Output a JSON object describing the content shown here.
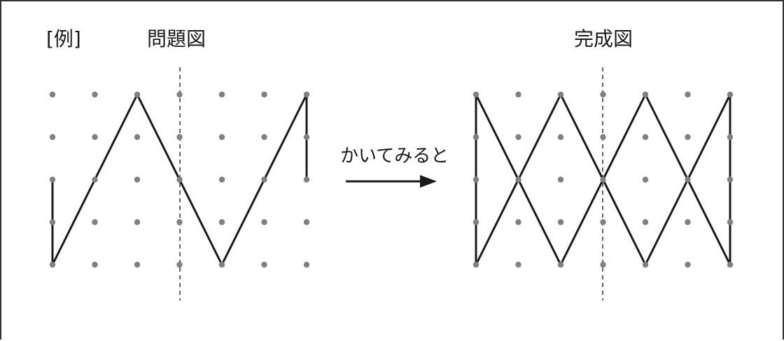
{
  "labels": {
    "example": "[例]",
    "problem": "問題図",
    "complete": "完成図",
    "arrow_text": "かいてみると"
  },
  "colors": {
    "dot": "#808080",
    "line": "#1a1a1a",
    "border": "#333333"
  },
  "grid": {
    "cols": 7,
    "rows": 5,
    "axis_column_index": 3
  },
  "problem_figure": {
    "path": [
      [
        0,
        2
      ],
      [
        0,
        4
      ],
      [
        2,
        0
      ],
      [
        4,
        4
      ],
      [
        6,
        0
      ],
      [
        6,
        2
      ]
    ]
  },
  "complete_figure": {
    "lines": [
      [
        [
          0,
          0
        ],
        [
          0,
          4
        ]
      ],
      [
        [
          0,
          0
        ],
        [
          2,
          4
        ]
      ],
      [
        [
          0,
          4
        ],
        [
          2,
          0
        ]
      ],
      [
        [
          2,
          0
        ],
        [
          4,
          4
        ]
      ],
      [
        [
          2,
          4
        ],
        [
          4,
          0
        ]
      ],
      [
        [
          4,
          0
        ],
        [
          6,
          4
        ]
      ],
      [
        [
          4,
          4
        ],
        [
          6,
          0
        ]
      ],
      [
        [
          6,
          0
        ],
        [
          6,
          4
        ]
      ]
    ]
  }
}
